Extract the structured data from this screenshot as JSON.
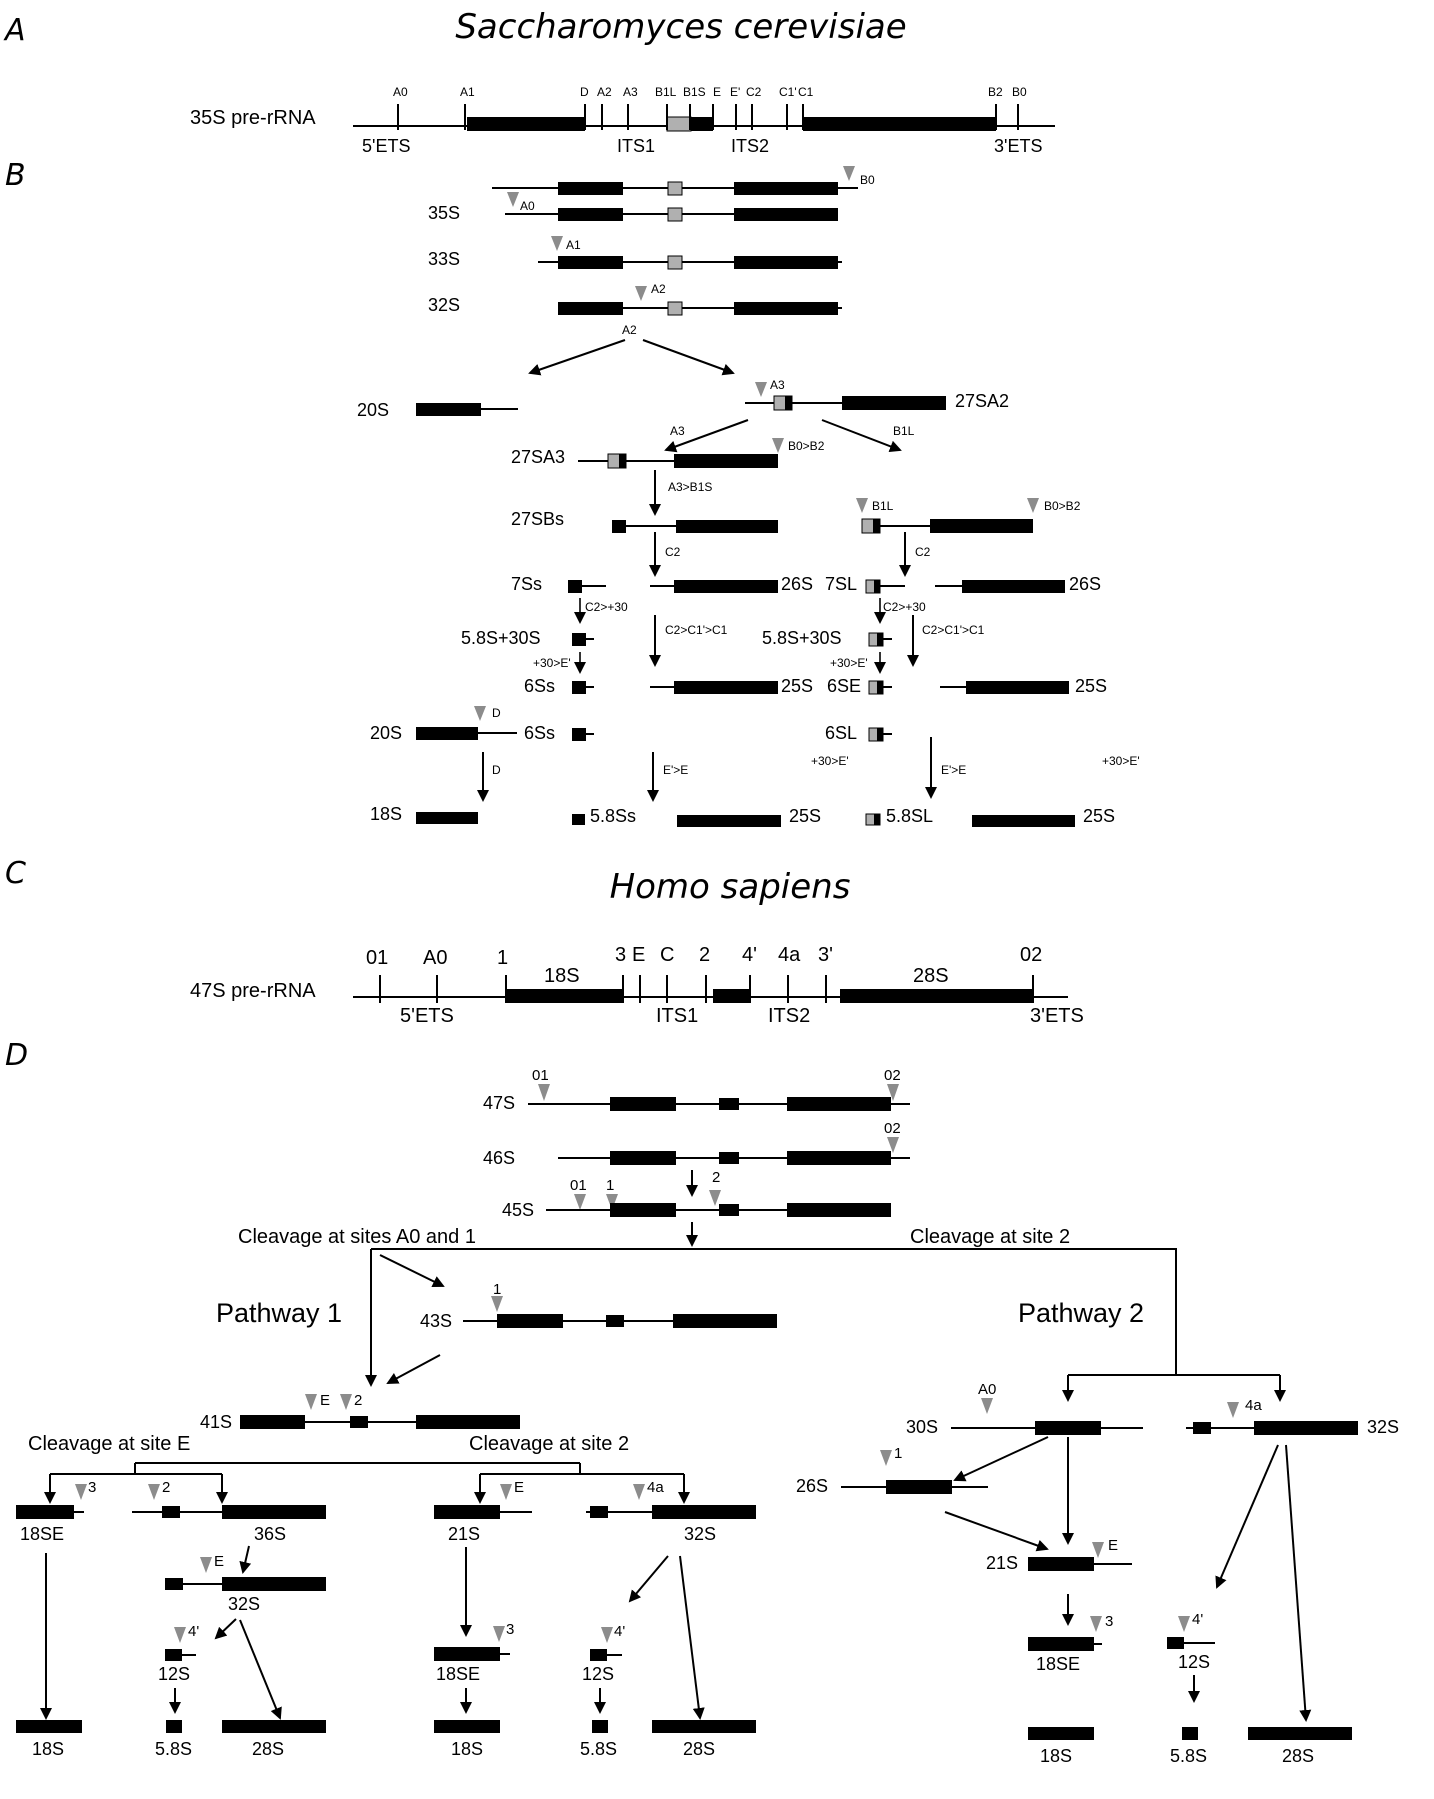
{
  "panels": {
    "a": "A",
    "b": "B",
    "c": "C",
    "d": "D"
  },
  "yeast": {
    "title": "Saccharomyces cerevisiae",
    "label": "35S pre-rRNA",
    "sites": [
      "A0",
      "A1",
      "D",
      "A2",
      "A3",
      "B1L",
      "B1S",
      "E",
      "E'",
      "C2",
      "C1'",
      "C1",
      "B2",
      "B0"
    ],
    "regions": [
      "5'ETS",
      "ITS1",
      "ITS2",
      "3'ETS"
    ],
    "species": [
      "35S",
      "33S",
      "32S",
      "20S",
      "27SA2",
      "27SA3",
      "27SBs",
      "7Ss",
      "26S",
      "7SL",
      "5.8S+30S",
      "6Ss",
      "25S",
      "6SE",
      "6SL",
      "18S",
      "5.8Ss",
      "5.8SL"
    ],
    "steps": [
      "B0",
      "A0",
      "A1",
      "A2",
      "A3",
      "B1L",
      "B0>B2",
      "A3>B1S",
      "C2",
      "C2>+30",
      "C2>C1'>C1",
      "+30>E'",
      "D",
      "E'>E"
    ]
  },
  "human": {
    "title": "Homo sapiens",
    "label": "47S pre-rRNA",
    "sites": [
      "01",
      "A0",
      "1",
      "3",
      "E",
      "C",
      "2",
      "4'",
      "4a",
      "3'",
      "02"
    ],
    "regions": [
      "5'ETS",
      "ITS1",
      "ITS2",
      "3'ETS"
    ],
    "mature_labels": [
      "18S",
      "28S"
    ],
    "species": [
      "47S",
      "46S",
      "45S",
      "43S",
      "41S",
      "30S",
      "26S",
      "21S",
      "32S",
      "18SE",
      "36S",
      "12S",
      "18S",
      "5.8S",
      "28S"
    ],
    "cleavage": {
      "a0_1": "Cleavage at sites A0 and 1",
      "site2": "Cleavage at site 2",
      "siteE": "Cleavage at site E"
    },
    "pathway1": "Pathway 1",
    "pathway2": "Pathway 2"
  },
  "colors": {
    "rna": "#000000",
    "site_marker": "#8c8c8c",
    "its_box": "#b0b0b0"
  }
}
